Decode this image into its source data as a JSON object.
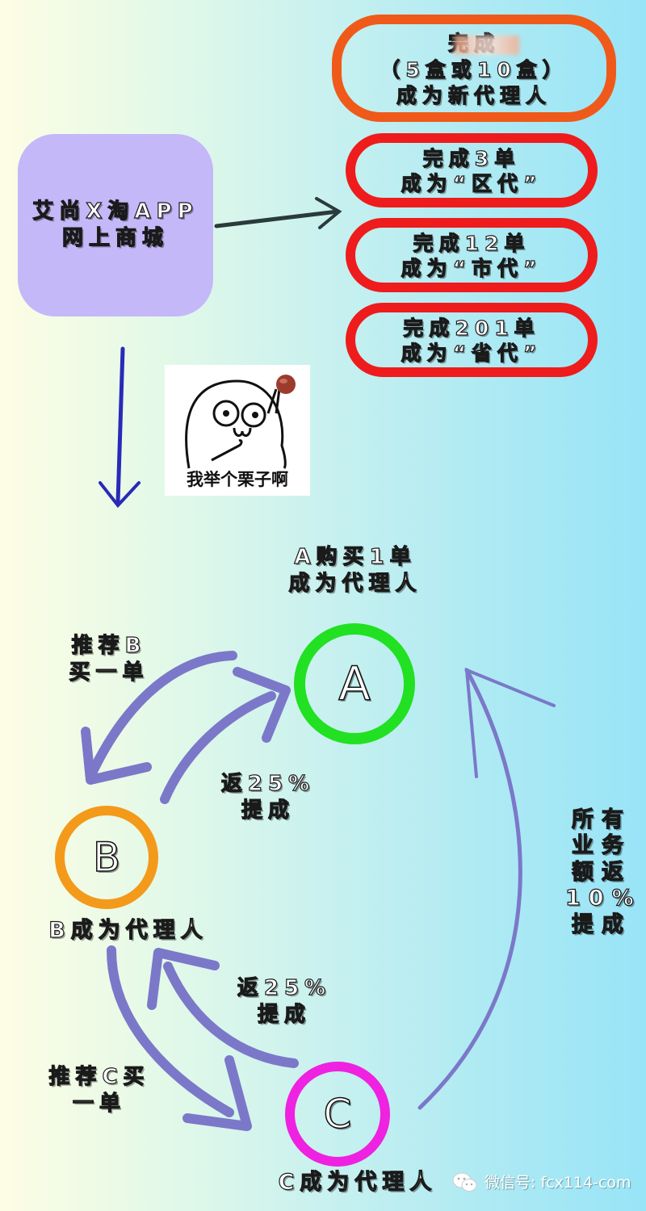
{
  "store": {
    "line1": "艾尚X淘APP",
    "line2": "网上商城",
    "color": "#c4b8f8"
  },
  "tiers": [
    {
      "line1": "完成",
      "line2": "（5盒或10盒）",
      "line3": "成为新代理人",
      "border_color": "#ef5a1a"
    },
    {
      "line1": "完成3单",
      "line2": "成为“区代”",
      "border_color": "#ee1c1c"
    },
    {
      "line1": "完成12单",
      "line2": "成为“市代”",
      "border_color": "#ee1c1c"
    },
    {
      "line1": "完成201单",
      "line2": "成为“省代”",
      "border_color": "#ee1c1c"
    }
  ],
  "meme": {
    "caption": "我举个栗子啊"
  },
  "nodes": {
    "a": {
      "letter": "A",
      "label_line1": "A购买1单",
      "label_line2": "成为代理人",
      "color": "#22e022"
    },
    "b": {
      "letter": "B",
      "label": "B成为代理人",
      "color": "#f39a1b"
    },
    "c": {
      "letter": "C",
      "label": "C成为代理人",
      "color": "#ee22e0"
    }
  },
  "edges": {
    "a_to_b": {
      "line1": "推荐B",
      "line2": "买一单"
    },
    "b_to_a": {
      "line1": "返25%",
      "line2": "提成"
    },
    "b_to_c": {
      "line1": "推荐C买",
      "line2": "一单"
    },
    "c_to_b": {
      "line1": "返25%",
      "line2": "提成"
    },
    "c_to_a": {
      "line1": "所有",
      "line2": "业务",
      "line3": "额返",
      "line4": "10%",
      "line5": "提成"
    }
  },
  "arrow_color": "#7b78c9",
  "watermark": {
    "icon": "wechat-icon",
    "text": "微信号: fcx114-com"
  }
}
